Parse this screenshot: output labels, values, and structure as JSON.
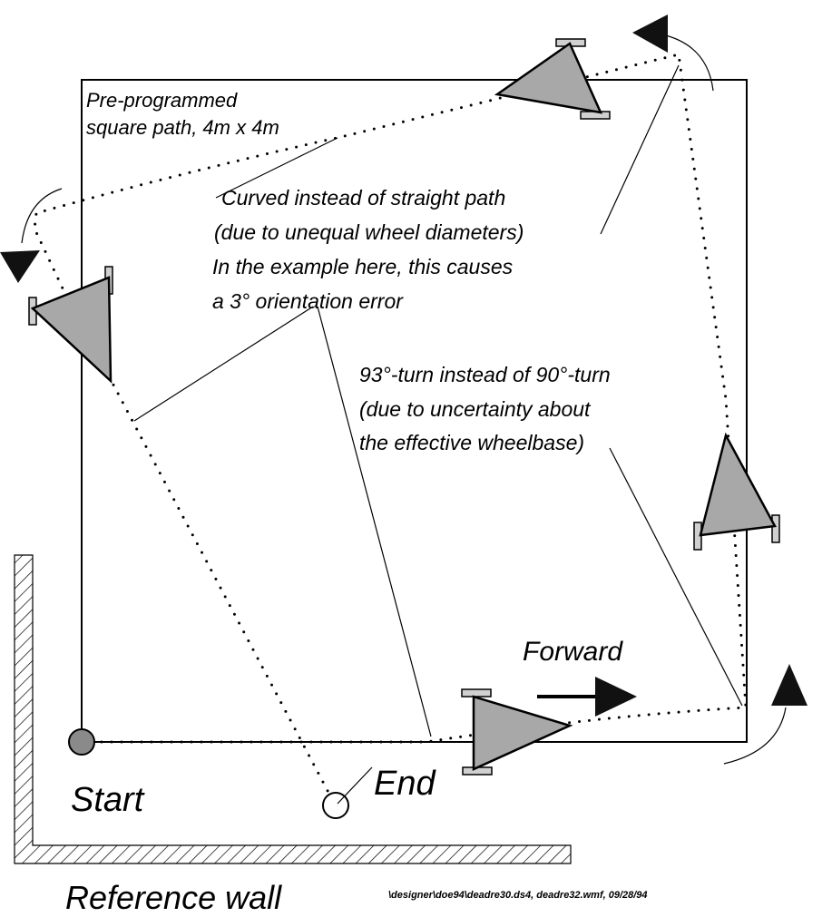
{
  "labels": {
    "preprogrammed_line1": "Pre-programmed",
    "preprogrammed_line2": "square path, 4m x 4m",
    "curved_line1": "Curved instead of straight path",
    "curved_line2": "(due to unequal wheel diameters)",
    "curved_line3": "In the example here, this causes",
    "curved_line4": "a 3° orientation error",
    "turn_line1": "93°-turn instead of 90°-turn",
    "turn_line2": "(due to uncertainty about",
    "turn_line3": "the effective wheelbase)",
    "forward": "Forward",
    "start": "Start",
    "end": "End",
    "reference_wall": "Reference wall",
    "file_path": "\\designer\\doe94\\deadre30.ds4, deadre32.wmf,  09/28/94"
  },
  "colors": {
    "robot_fill": "#a8a8a8",
    "start_marker": "#8a8a8a",
    "arrow": "#111111"
  }
}
